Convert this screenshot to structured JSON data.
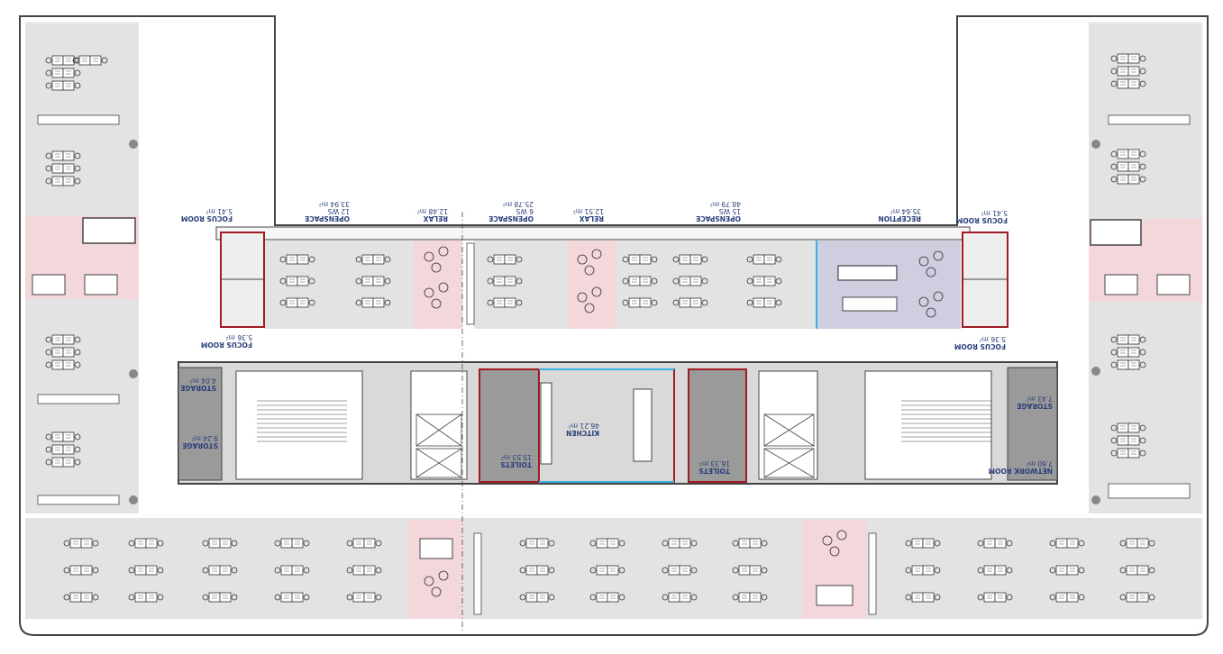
{
  "rooms": [
    {
      "id": "focus-room-1",
      "name": "FOCUS ROOM",
      "area": "5.41 m²",
      "ws": ""
    },
    {
      "id": "openspace-1",
      "name": "OPENSPACE",
      "area": "33.94 m²",
      "ws": "12 WS"
    },
    {
      "id": "relax-1",
      "name": "RELAX",
      "area": "12.48 m²",
      "ws": ""
    },
    {
      "id": "openspace-2",
      "name": "OPENSPACE",
      "area": "25.78 m²",
      "ws": "6 WS"
    },
    {
      "id": "relax-2",
      "name": "RELAX",
      "area": "12.51 m²",
      "ws": ""
    },
    {
      "id": "openspace-3",
      "name": "OPENSPACE",
      "area": "48.79 m²",
      "ws": "15 WS"
    },
    {
      "id": "reception",
      "name": "RECEPTION",
      "area": "35.64 m²",
      "ws": ""
    },
    {
      "id": "focus-room-2",
      "name": "FOCUS ROOM",
      "area": "5.41 m²",
      "ws": ""
    },
    {
      "id": "focus-room-3",
      "name": "FOCUS ROOM",
      "area": "5.36 m²",
      "ws": ""
    },
    {
      "id": "focus-room-4",
      "name": "FOCUS ROOM",
      "area": "5.36 m²",
      "ws": ""
    },
    {
      "id": "storage-1",
      "name": "STORAGE",
      "area": "4.04 m²",
      "ws": ""
    },
    {
      "id": "storage-2",
      "name": "STORAGE",
      "area": "9.24 m²",
      "ws": ""
    },
    {
      "id": "toilets-1",
      "name": "TOILETS",
      "area": "15.53 m²",
      "ws": ""
    },
    {
      "id": "kitchen",
      "name": "KITCHEN",
      "area": "46.21 m²",
      "ws": ""
    },
    {
      "id": "toilets-2",
      "name": "TOILETS",
      "area": "16.33 m²",
      "ws": ""
    },
    {
      "id": "storage-3",
      "name": "STORAGE",
      "area": "7.43 m²",
      "ws": ""
    },
    {
      "id": "network-room",
      "name": "NETWORK ROOM",
      "area": "7.60 m²",
      "ws": ""
    }
  ],
  "colors": {
    "grey_zone": "#e3e3e3",
    "pink_zone": "#f3d7da",
    "purple_zone": "#cfcde0",
    "core_fill": "#9a9a9a",
    "wall": "#444444",
    "red_wall": "#a01c22",
    "glass": "#3ab0e0",
    "label": "#2a3f7a"
  }
}
